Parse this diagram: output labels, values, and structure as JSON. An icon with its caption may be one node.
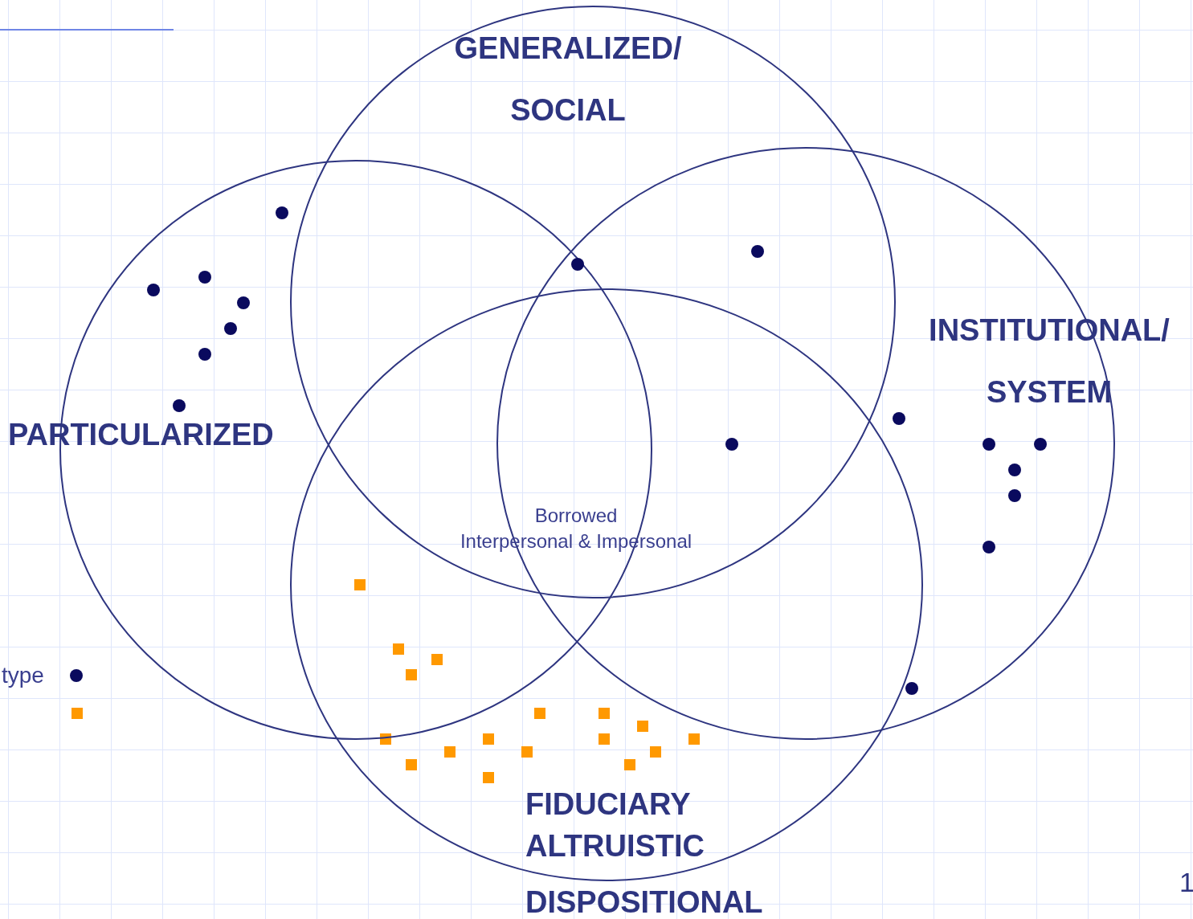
{
  "diagram": {
    "nodes": [
      {
        "text": [
          "GENERALIZED/ SOCIAL"
        ]
      },
      {
        "text": [
          "PARTICULARIZED"
        ]
      },
      {
        "text": [
          "INSTITUTIONAL/ SYSTEM"
        ]
      },
      {
        "text": [
          "FIDUCIARY ALTRUISTIC",
          "DISPOSITIONAL"
        ]
      }
    ],
    "labels": [
      "Borrowed",
      "Interpersonal & Impersonal",
      "type",
      "1"
    ]
  }
}
